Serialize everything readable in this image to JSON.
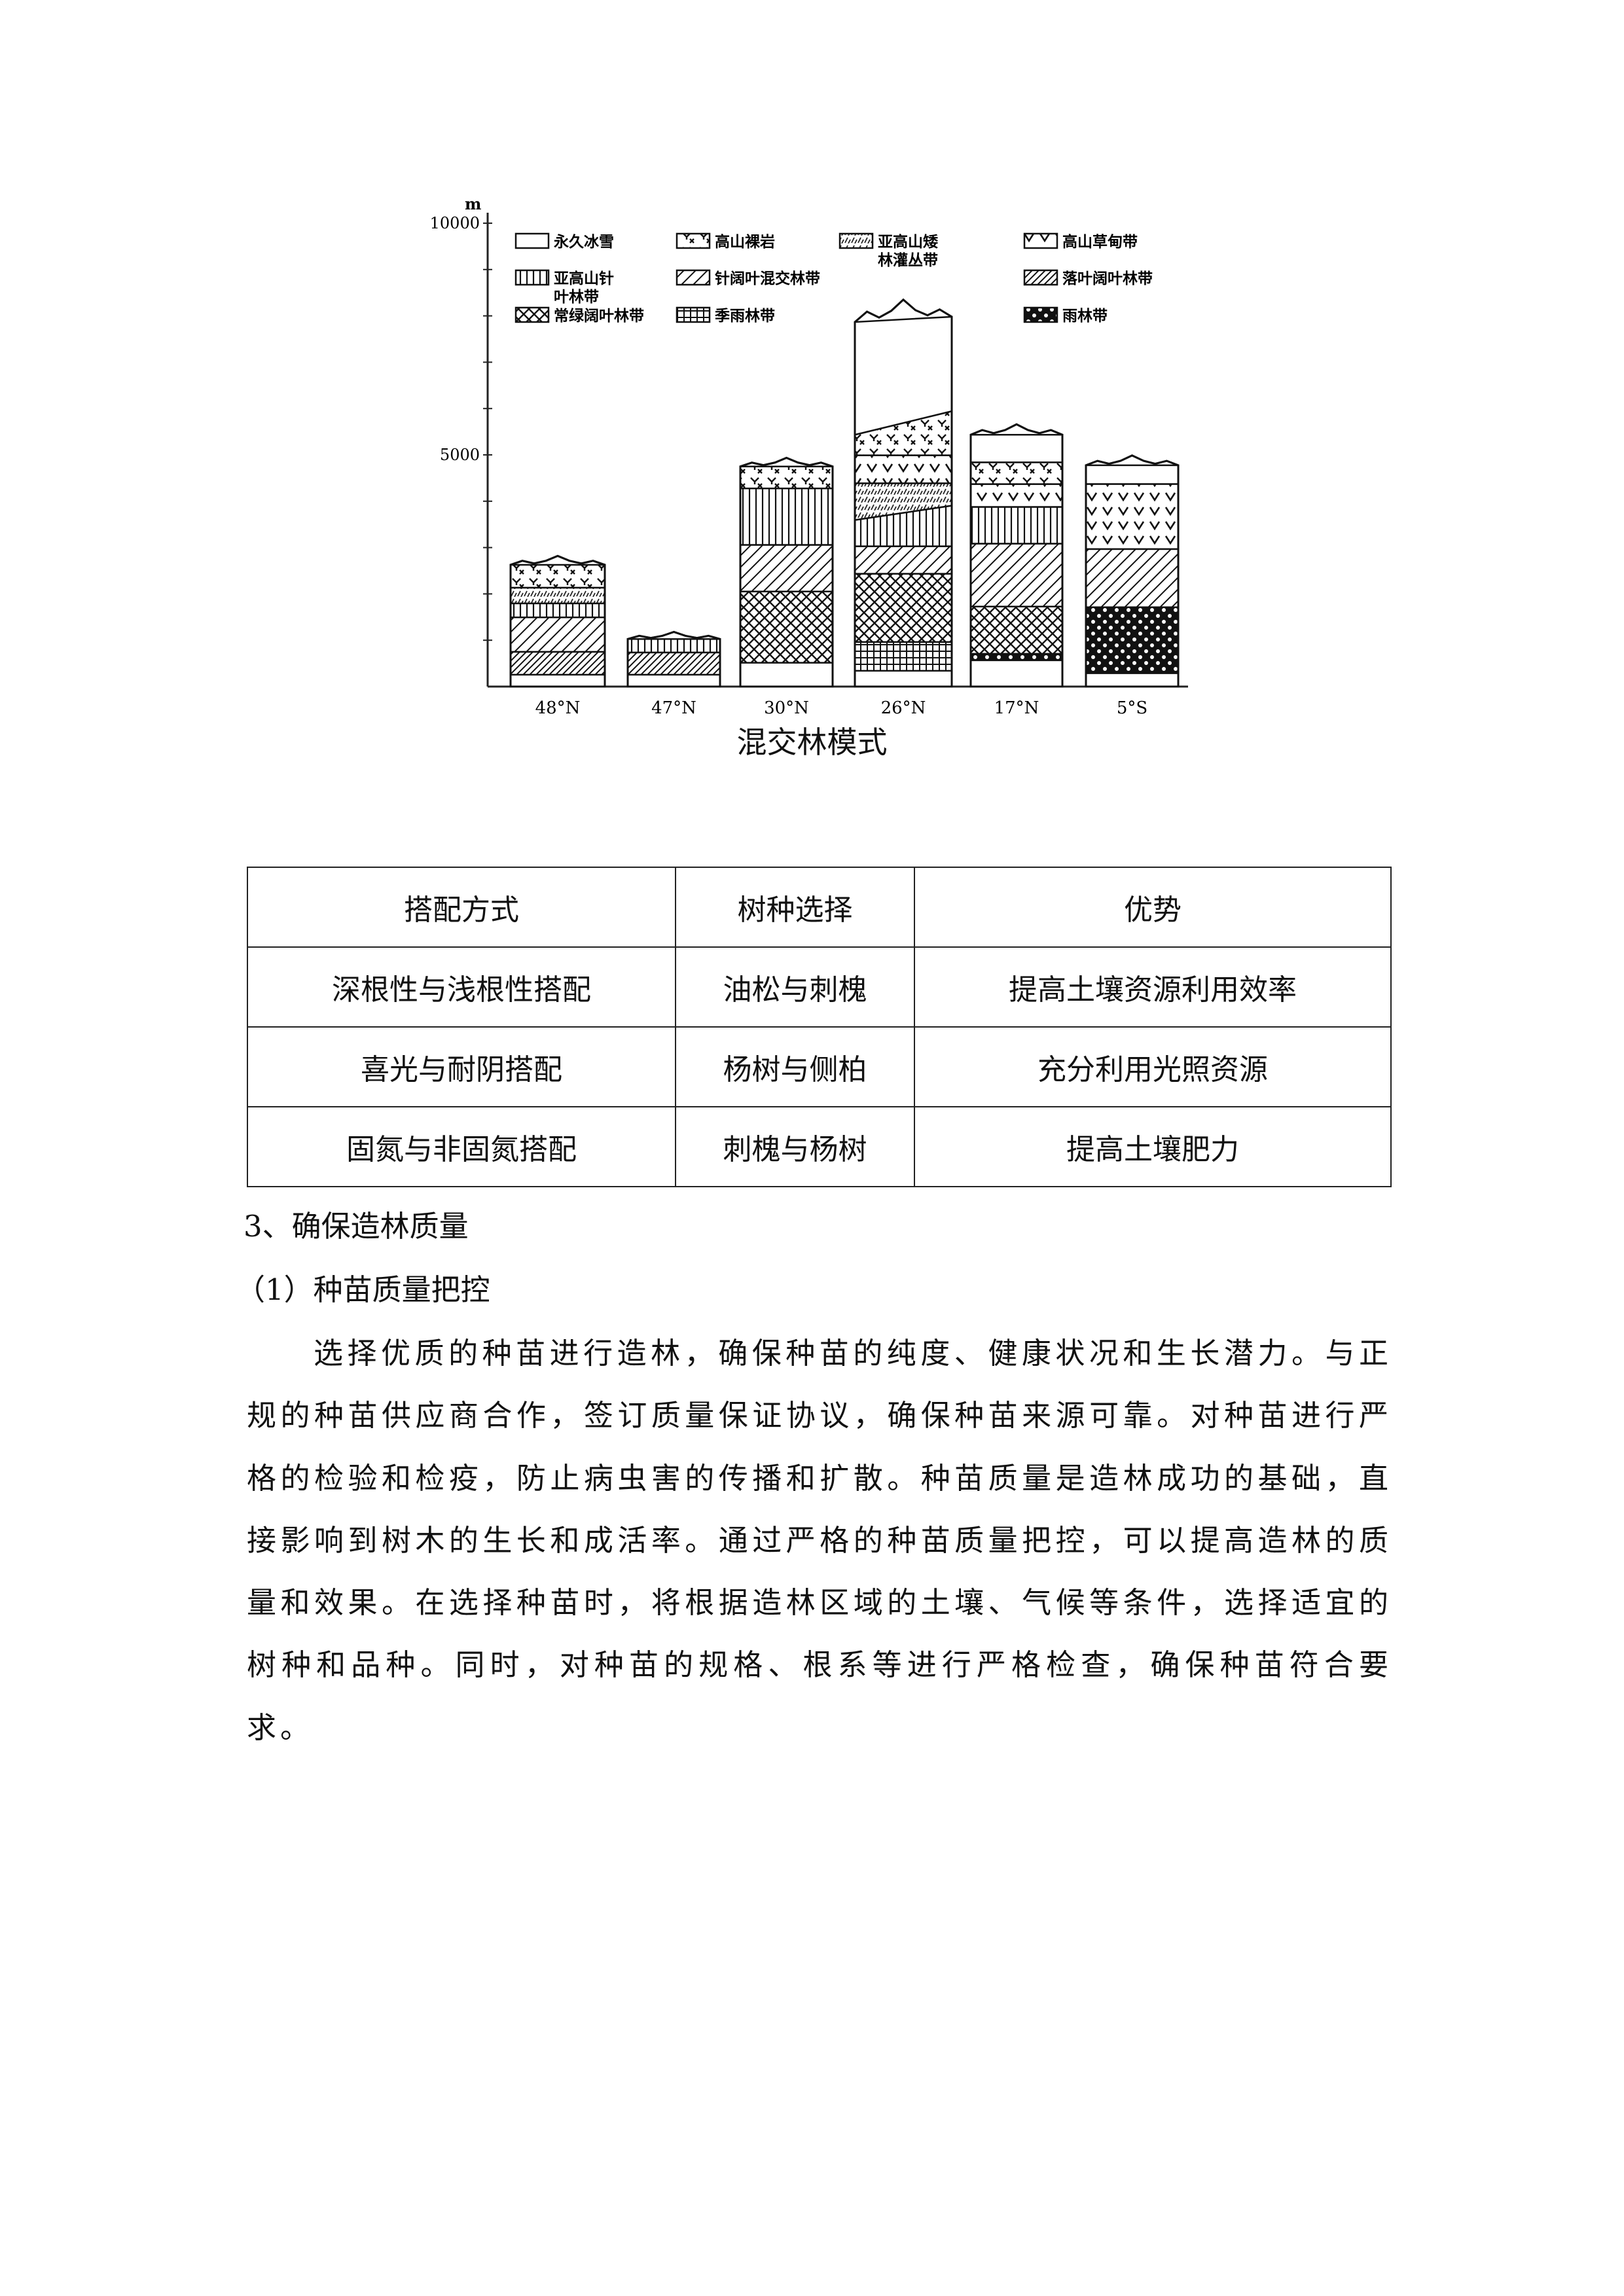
{
  "chart_data": {
    "type": "bar",
    "stacked": true,
    "title": "",
    "xlabel": "",
    "ylabel": "m",
    "ylim": [
      0,
      10000
    ],
    "y_tick_labels": [
      "5000",
      "10000"
    ],
    "y_tick_values": [
      5000,
      10000
    ],
    "minor_tick_step": 1000,
    "grid": false,
    "legend_position": "top",
    "categories": [
      "48°N",
      "47°N",
      "30°N",
      "26°N",
      "17°N",
      "5°S"
    ],
    "legend": [
      {
        "key": "ice",
        "label": "永久冰雪"
      },
      {
        "key": "rock",
        "label": "高山裸岩"
      },
      {
        "key": "shrub",
        "label": "亚高山矮林灌丛带",
        "lines": [
          "亚高山矮",
          "林灌丛带"
        ]
      },
      {
        "key": "meadow",
        "label": "高山草甸带"
      },
      {
        "key": "conifer",
        "label": "亚高山针叶林带",
        "lines": [
          "亚高山针",
          "叶林带"
        ]
      },
      {
        "key": "mixed",
        "label": "针阔叶混交林带"
      },
      {
        "key": "deciduous",
        "label": "落叶阔叶林带"
      },
      {
        "key": "evergreen",
        "label": "常绿阔叶林带"
      },
      {
        "key": "monsoon",
        "label": "季雨林带"
      },
      {
        "key": "rainforest",
        "label": "雨林带"
      }
    ],
    "bars": [
      {
        "category": "48°N",
        "peak": 2820,
        "bands": [
          {
            "zone": "deciduous",
            "bottom": 256,
            "top": 750
          },
          {
            "zone": "mixed",
            "bottom": 750,
            "top": 1494
          },
          {
            "zone": "conifer",
            "bottom": 1494,
            "top": 1795
          },
          {
            "zone": "shrub",
            "bottom": 1795,
            "top": 2135
          },
          {
            "zone": "rock",
            "bottom": 2135,
            "top": 2628
          }
        ]
      },
      {
        "category": "47°N",
        "peak": 1180,
        "bands": [
          {
            "zone": "deciduous",
            "bottom": 256,
            "top": 737
          },
          {
            "zone": "conifer",
            "bottom": 737,
            "top": 1026
          }
        ]
      },
      {
        "category": "30°N",
        "peak": 4936,
        "bands": [
          {
            "zone": "evergreen",
            "bottom": 513,
            "top": 2051
          },
          {
            "zone": "mixed",
            "bottom": 2051,
            "top": 3058
          },
          {
            "zone": "conifer",
            "bottom": 3058,
            "top": 4276
          },
          {
            "zone": "rock",
            "bottom": 4276,
            "top": 4750
          }
        ]
      },
      {
        "category": "26°N",
        "peak": 8349,
        "bands": [
          {
            "zone": "monsoon",
            "bottom": 340,
            "top": 962
          },
          {
            "zone": "evergreen",
            "bottom": 962,
            "top": 2434
          },
          {
            "zone": "mixed",
            "bottom": 2434,
            "top": 3028
          },
          {
            "zone": "conifer",
            "bottom": 3028,
            "top": [
              3594,
              3905
            ]
          },
          {
            "zone": "shrub",
            "bottom": [
              3594,
              3905
            ],
            "top": 4387
          },
          {
            "zone": "meadow",
            "bottom": 4387,
            "top": 4992
          },
          {
            "zone": "rock",
            "bottom": 4992,
            "top": [
              5434,
              5943
            ]
          },
          {
            "zone": "ice",
            "bottom": [
              5434,
              5943
            ],
            "top": [
              7867,
              7981
            ]
          }
        ]
      },
      {
        "category": "17°N",
        "peak": 5660,
        "bands": [
          {
            "zone": "rainforest",
            "bottom": 566,
            "top": 708
          },
          {
            "zone": "evergreen",
            "bottom": 708,
            "top": 1726
          },
          {
            "zone": "mixed",
            "bottom": 1726,
            "top": 3085
          },
          {
            "zone": "conifer",
            "bottom": 3085,
            "top": 3877
          },
          {
            "zone": "meadow",
            "bottom": 3877,
            "top": 4370
          },
          {
            "zone": "rock",
            "bottom": 4370,
            "top": 4839
          },
          {
            "zone": "ice",
            "bottom": 4839,
            "top": 5434
          }
        ]
      },
      {
        "category": "5°S",
        "peak": 4987,
        "bands": [
          {
            "zone": "rainforest",
            "bottom": 288,
            "top": 1712
          },
          {
            "zone": "mixed",
            "bottom": 1712,
            "top": 2968
          },
          {
            "zone": "meadow",
            "bottom": 2968,
            "top": 4372
          },
          {
            "zone": "ice",
            "bottom": 4372,
            "top": 4776
          }
        ]
      }
    ]
  },
  "figure_caption": "混交林模式",
  "table": {
    "headers": [
      "搭配方式",
      "树种选择",
      "优势"
    ],
    "rows": [
      [
        "深根性与浅根性搭配",
        "油松与刺槐",
        "提高土壤资源利用效率"
      ],
      [
        "喜光与耐阴搭配",
        "杨树与侧柏",
        "充分利用光照资源"
      ],
      [
        "固氮与非固氮搭配",
        "刺槐与杨树",
        "提高土壤肥力"
      ]
    ]
  },
  "section": {
    "heading": "3、确保造林质量",
    "subheading": "（1）种苗质量把控",
    "paragraph": "选择优质的种苗进行造林，确保种苗的纯度、健康状况和生长潜力。与正规的种苗供应商合作，签订质量保证协议，确保种苗来源可靠。对种苗进行严格的检验和检疫，防止病虫害的传播和扩散。种苗质量是造林成功的基础，直接影响到树木的生长和成活率。通过严格的种苗质量把控，可以提高造林的质量和效果。在选择种苗时，将根据造林区域的土壤、气候等条件，选择适宜的树种和品种。同时，对种苗的规格、根系等进行严格检查，确保种苗符合要求。"
  }
}
